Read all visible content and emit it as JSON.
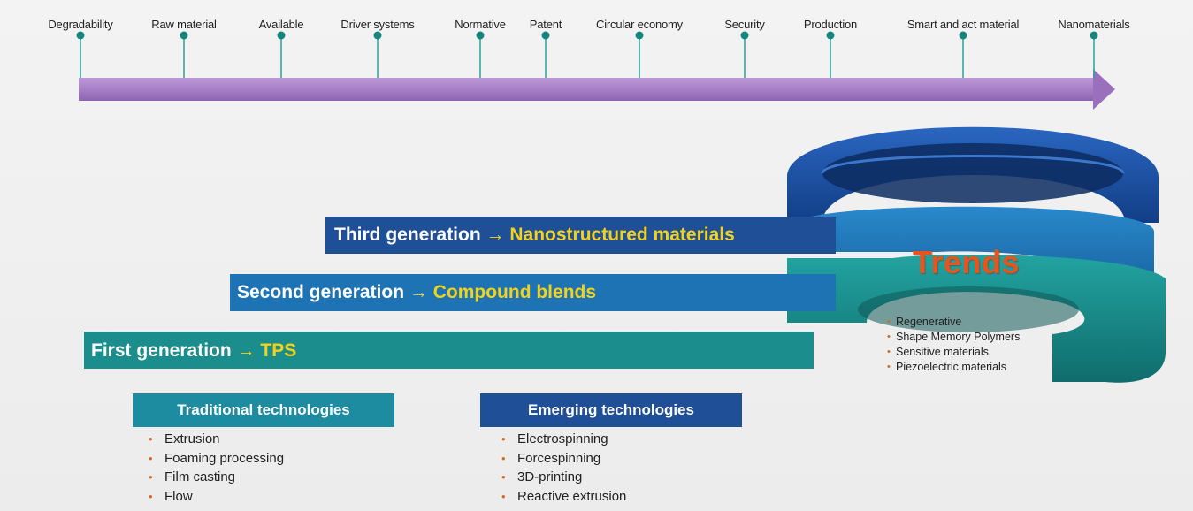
{
  "timeline": {
    "labels": [
      "Degradability",
      "Raw material",
      "Available",
      "Driver systems",
      "Normative",
      "Patent",
      "Circular economy",
      "Security",
      "Production",
      "Smart and act material",
      "Nanomaterials"
    ]
  },
  "generations": {
    "third": {
      "name": "Third generation",
      "arrow": "→",
      "value": "Nanostructured materials"
    },
    "second": {
      "name": "Second generation",
      "arrow": "→",
      "value": "Compound blends"
    },
    "first": {
      "name": "First generation",
      "arrow": "→",
      "value": "TPS"
    }
  },
  "trends": {
    "title": "Trends",
    "items": [
      "Regenerative",
      "Shape Memory Polymers",
      "Sensitive materials",
      "Piezoelectric materials"
    ]
  },
  "traditional": {
    "title": "Traditional technologies",
    "items": [
      "Extrusion",
      "Foaming processing",
      "Film casting",
      "Flow"
    ]
  },
  "emerging": {
    "title": "Emerging technologies",
    "items": [
      "Electrospinning",
      "Forcespinning",
      "3D-printing",
      "Reactive extrusion"
    ]
  },
  "colors": {
    "timeline_arrow": "#a77fc6",
    "third": "#1f4f97",
    "second": "#1e73b5",
    "first": "#1a8d8c",
    "accent_text": "#f2d21a",
    "trends_text": "#e8541e",
    "bullet": "#d56a25"
  }
}
